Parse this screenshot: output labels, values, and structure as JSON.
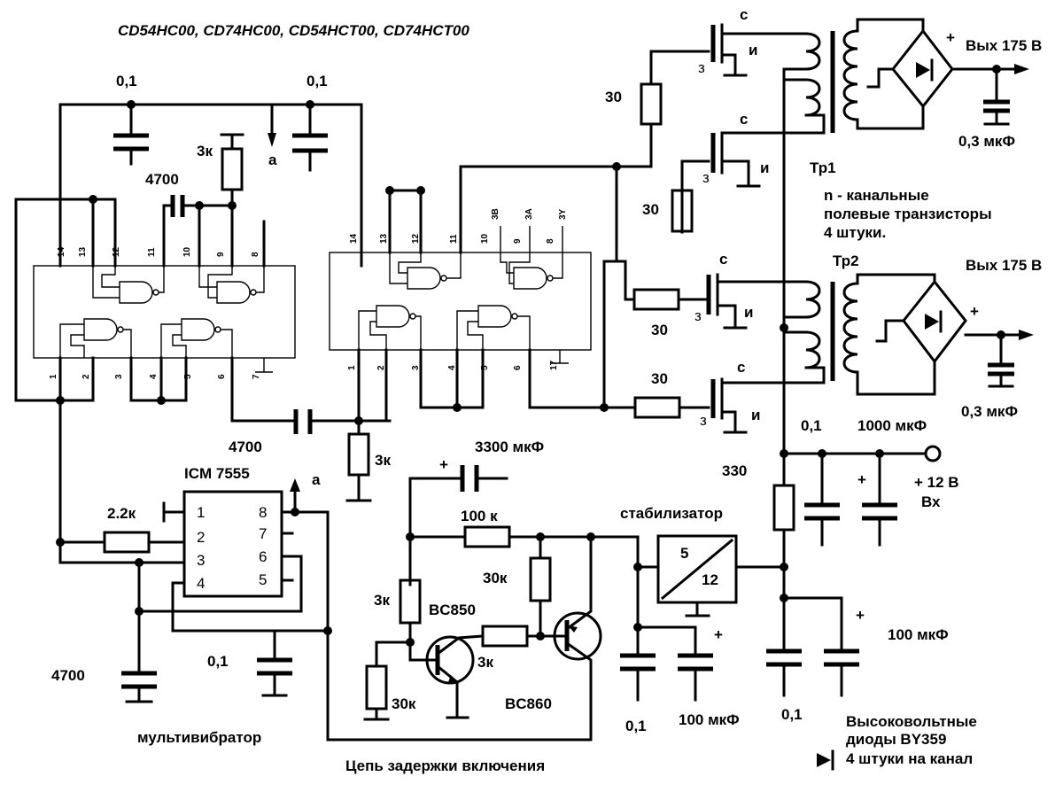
{
  "labels": {
    "chip_title": "CD54HC00, CD74HC00, CD54HCT00, CD74HCT00",
    "cap_top_left": "0,1",
    "cap_top_right": "0,1",
    "res_3k_top": "3к",
    "node_a_top": "а",
    "cap_4700_top": "4700",
    "res_30_1": "30",
    "res_30_2": "30",
    "res_30_3": "30",
    "res_30_4": "30",
    "gate_c1": "с",
    "gate_c2": "с",
    "gate_c3": "с",
    "gate_c4": "с",
    "gate_i1": "и",
    "gate_i2": "и",
    "gate_i3": "и",
    "gate_i4": "и",
    "gate_z1": "з",
    "gate_z2": "з",
    "gate_z3": "з",
    "gate_z4": "з",
    "tr1": "Тр1",
    "tr2": "Тр2",
    "out1": "Вых 175 В",
    "out2": "Вых 175 В",
    "cap_out1": "0,3 мкФ",
    "cap_out2": "0,3 мкФ",
    "note_fet_1": "n - канальные",
    "note_fet_2": "полевые транзисторы",
    "note_fet_3": "4 штуки.",
    "cap_4700_mid": "4700",
    "res_3k_mid": "3к",
    "ic_7555": "ICM 7555",
    "node_a_mid": "а",
    "res_2k2": "2.2к",
    "cap_3300": "3300 мкФ",
    "res_100k": "100 к",
    "res_30k_1": "30к",
    "res_3k_low": "3к",
    "bc850": "BC850",
    "res_3k_b": "3к",
    "res_30k_2": "30к",
    "bc860": "BC860",
    "stab": "стабилизатор",
    "stab_in": "5",
    "stab_out": "12",
    "res_330": "330",
    "cap_01_a": "0,1",
    "cap_1000": "1000 мкФ",
    "vin_1": "+ 12 В",
    "vin_2": "Вх",
    "cap_100_a": "100 мкФ",
    "cap_100_b": "100 мкФ",
    "cap_01_b": "0,1",
    "cap_01_c": "0,1",
    "cap_01_d": "0,1",
    "cap_4700_low": "4700",
    "multivib": "мультивибратор",
    "delay": "Цепь задержки включения",
    "hv_1": "Высоковольтные",
    "hv_2": "диоды BY359",
    "hv_3": "4  штуки на канал",
    "plus": "+"
  },
  "chip1_pins_top": [
    "14",
    "13",
    "12",
    "11",
    "10",
    "9",
    "8"
  ],
  "chip1_pins_bottom": [
    "1",
    "2",
    "3",
    "4",
    "5",
    "6",
    "7"
  ],
  "chip2_pins_top": [
    "14",
    "13",
    "12",
    "11",
    "10",
    "9",
    "8"
  ],
  "chip2_pins_top_alt": [
    "3B",
    "3A",
    "3Y"
  ],
  "chip2_pins_bottom": [
    "1",
    "2",
    "3",
    "4",
    "5",
    "6",
    "7"
  ],
  "chip2_pin_17": "17",
  "ic555_pins_left": [
    "1",
    "2",
    "3",
    "4"
  ],
  "ic555_pins_right": [
    "8",
    "7",
    "6",
    "5"
  ]
}
